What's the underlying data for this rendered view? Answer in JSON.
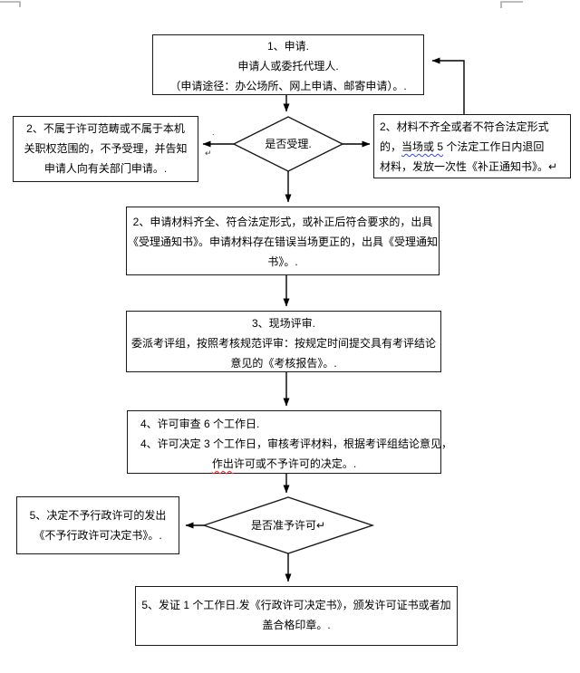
{
  "colors": {
    "line": "#000000",
    "box_border": "#1a1a1a",
    "text": "#000000",
    "spell_red": "#e03030",
    "spell_blue": "#3b4bd6",
    "margin_mark": "#a8a8a8"
  },
  "nodes": {
    "apply": {
      "lines": [
        "1、申请.",
        "申请人或委托代理人.",
        "（申请途径：办公场所、网上申请、邮寄申请）。."
      ]
    },
    "decision_accept": {
      "label": "是否受理."
    },
    "reject": {
      "lines": [
        "2、不属于许可范畴或不属于本机",
        "关职权范围的，不予受理，并告知",
        "申请人向有关部门申请。."
      ]
    },
    "incomplete": {
      "line1": "2、材料不齐全或者不符合法定形式",
      "line2_pre": "的，",
      "line2_squiggle": "当场或 5",
      "line2_post": " 个法定工作日内退回",
      "line3": "材料，发放一次性《补正通知书》。↵"
    },
    "accepted": {
      "lines": [
        "2、申请材料齐全、符合法定形式，或补正后符合要求的，出具",
        "《受理通知书》。申请材料存在错误当场更正的，出具《受理通知",
        "书》。."
      ]
    },
    "site_review": {
      "lines": [
        "3、现场评审.",
        "委派考评组，按照考核规范评审：按规定时间提交具有考评结论",
        "意见的《考核报告》。."
      ]
    },
    "decide": {
      "line1": "4、许可审查 6 个工作日.",
      "line2": "4、许可决定 3 个工作日，审核考评材料，根据考评组结论意见，",
      "line3_squiggle": "作出",
      "line3_post": "许可或不予许可的决定。."
    },
    "decision_grant": {
      "label": "是否准予许可↵"
    },
    "deny": {
      "lines": [
        "5、决定不予行政许可的发出",
        "《不予行政许可决定书》。."
      ]
    },
    "issue": {
      "lines": [
        "5、发证 1 个工作日.发《行政许可决定书》，颁发许可证书或者加",
        "盖合格印章。."
      ]
    }
  },
  "floating_marks": {
    "mark1": ".",
    "mark2": "↵"
  }
}
